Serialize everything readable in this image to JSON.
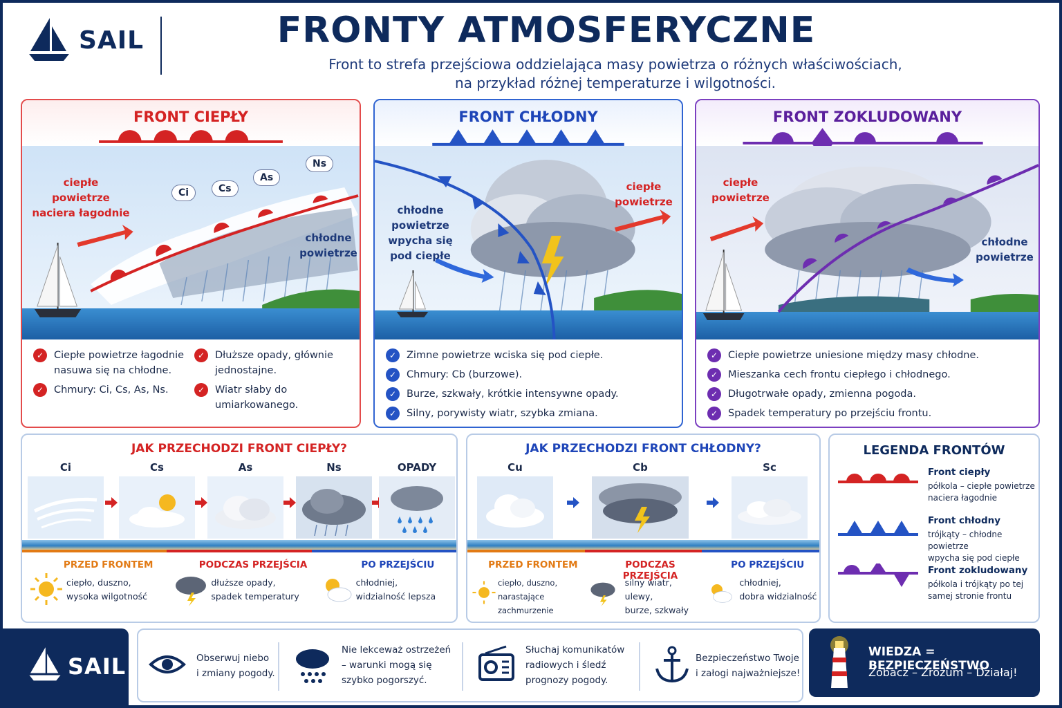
{
  "brand": {
    "name": "SAIL"
  },
  "header": {
    "title": "FRONTY ATMOSFERYCZNE",
    "subtitle_line1": "Front to strefa przejściowa oddzielająca masy powietrza o różnych właściwościach,",
    "subtitle_line2": "na przykład różnej temperaturze i wilgotności."
  },
  "colors": {
    "navy": "#0e2a5c",
    "warm": "#d42323",
    "cold": "#2453c4",
    "occluded": "#6d2db0"
  },
  "warm_front": {
    "title": "FRONT CIEPŁY",
    "label_warm": [
      "ciepłe",
      "powietrze",
      "naciera łagodnie"
    ],
    "label_cold": [
      "chłodne",
      "powietrze"
    ],
    "clouds": [
      "Ci",
      "Cs",
      "As",
      "Ns"
    ],
    "bullets_left": [
      "Ciepłe powietrze łagodnie nasuwa się na chłodne.",
      "Chmury: Ci, Cs, As, Ns."
    ],
    "bullets_right": [
      "Dłuższe opady, głównie jednostajne.",
      "Wiatr słaby do umiarkowanego."
    ]
  },
  "cold_front": {
    "title": "FRONT CHŁODNY",
    "label_cold": [
      "chłodne",
      "powietrze",
      "wpycha się",
      "pod ciepłe"
    ],
    "label_warm": [
      "ciepłe",
      "powietrze"
    ],
    "bullets": [
      "Zimne powietrze wciska się pod ciepłe.",
      "Chmury: Cb (burzowe).",
      "Burze, szkwały, krótkie intensywne opady.",
      "Silny, porywisty wiatr, szybka zmiana."
    ]
  },
  "occluded_front": {
    "title": "FRONT ZOKLUDOWANY",
    "label_warm": [
      "ciepłe",
      "powietrze"
    ],
    "label_cold": [
      "chłodne",
      "powietrze"
    ],
    "bullets": [
      "Ciepłe powietrze uniesione między masy chłodne.",
      "Mieszanka cech frontu ciepłego i chłodnego.",
      "Długotrwałe opady, zmienna pogoda.",
      "Spadek temperatury po przejściu frontu."
    ]
  },
  "warm_passage": {
    "title": "JAK PRZECHODZI FRONT CIEPŁY?",
    "steps": [
      "Ci",
      "Cs",
      "As",
      "Ns",
      "OPADY"
    ],
    "phases": [
      {
        "title": "PRZED FRONTEM",
        "line1": "ciepło, duszno,",
        "line2": "wysoka wilgotność"
      },
      {
        "title": "PODCZAS PRZEJŚCIA",
        "line1": "dłuższe opady,",
        "line2": "spadek temperatury"
      },
      {
        "title": "PO PRZEJŚCIU",
        "line1": "chłodniej,",
        "line2": "widzialność lepsza"
      }
    ]
  },
  "cold_passage": {
    "title": "JAK PRZECHODZI FRONT CHŁODNY?",
    "steps": [
      "Cu",
      "Cb",
      "Sc"
    ],
    "phases": [
      {
        "title": "PRZED FRONTEM",
        "line1": "ciepło, duszno,",
        "line2": "narastające zachmurzenie"
      },
      {
        "title": "PODCZAS PRZEJŚCIA",
        "line1": "silny wiatr, ulewy,",
        "line2": "burze, szkwały"
      },
      {
        "title": "PO PRZEJŚCIU",
        "line1": "chłodniej,",
        "line2": "dobra widzialność"
      }
    ]
  },
  "legend": {
    "title": "LEGENDA FRONTÓW",
    "items": [
      {
        "name": "Front ciepły",
        "line1": "półkola – ciepłe powietrze",
        "line2": "naciera łagodnie"
      },
      {
        "name": "Front chłodny",
        "line1": "trójkąty – chłodne powietrze",
        "line2": "wpycha się pod ciepłe"
      },
      {
        "name": "Front zokludowany",
        "line1": "półkola i trójkąty po tej",
        "line2": "samej stronie frontu"
      }
    ]
  },
  "tips": [
    {
      "line1": "Obserwuj niebo",
      "line2": "i zmiany pogody.",
      "line3": ""
    },
    {
      "line1": "Nie lekceważ ostrzeżeń",
      "line2": "– warunki mogą się",
      "line3": "szybko pogorszyć."
    },
    {
      "line1": "Słuchaj komunikatów",
      "line2": "radiowych i śledź",
      "line3": "prognozy pogody."
    },
    {
      "line1": "Bezpieczeństwo Twoje",
      "line2": "i załogi najważniejsze!",
      "line3": ""
    }
  ],
  "motto": {
    "line1": "WIEDZA = BEZPIECZEŃSTWO",
    "line2": "Zobacz – Zrozum – Działaj!"
  }
}
